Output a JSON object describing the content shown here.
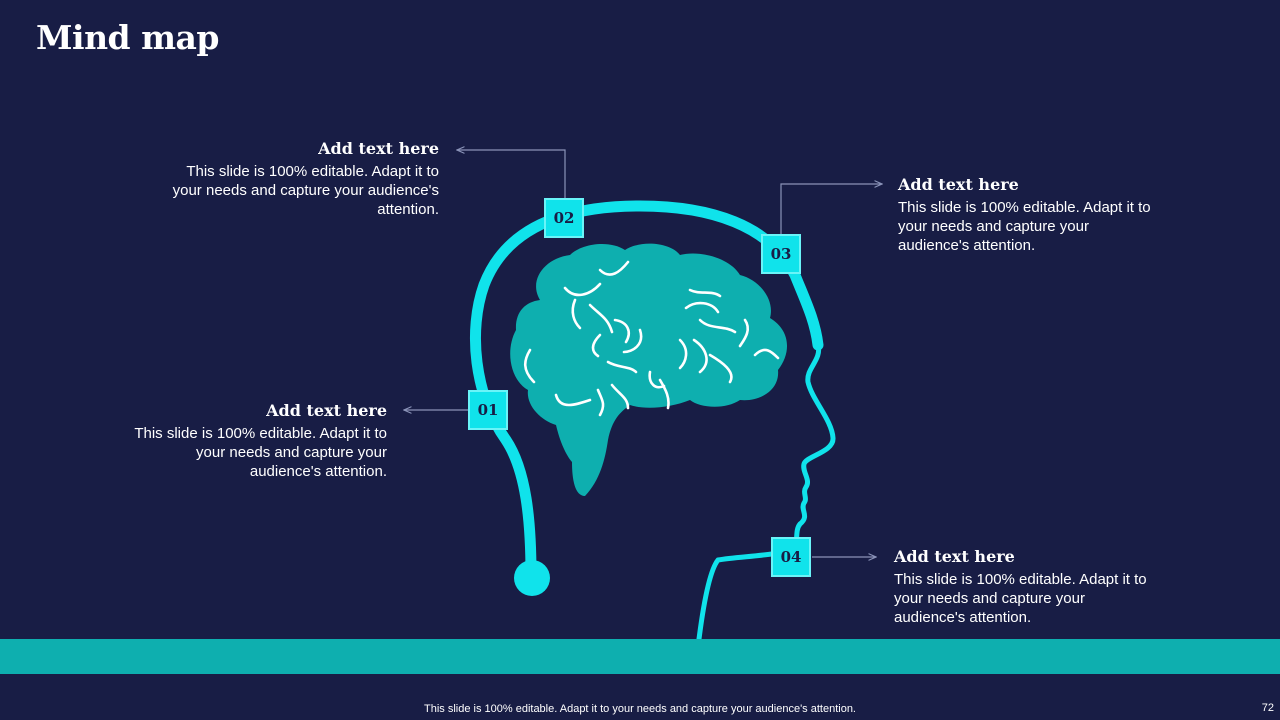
{
  "slide": {
    "title": "Mind map",
    "footer": "This slide is 100% editable. Adapt it to your needs and capture your audience's attention.",
    "page_number": "72"
  },
  "colors": {
    "background": "#181d45",
    "accent": "#10e3eb",
    "brain": "#0eafaf",
    "connector": "#8a93b8"
  },
  "icon": "head-with-brain-icon",
  "items": [
    {
      "number": "01",
      "heading": "Add text here",
      "body": "This slide is 100% editable. Adapt it to your needs and capture your audience's attention."
    },
    {
      "number": "02",
      "heading": "Add text here",
      "body": "This slide is 100% editable. Adapt it to your needs and capture your audience's attention."
    },
    {
      "number": "03",
      "heading": "Add text here",
      "body": "This slide is 100% editable. Adapt it to your needs and capture your audience's attention."
    },
    {
      "number": "04",
      "heading": "Add text here",
      "body": "This slide is 100% editable. Adapt it to your needs and capture your audience's attention."
    }
  ]
}
